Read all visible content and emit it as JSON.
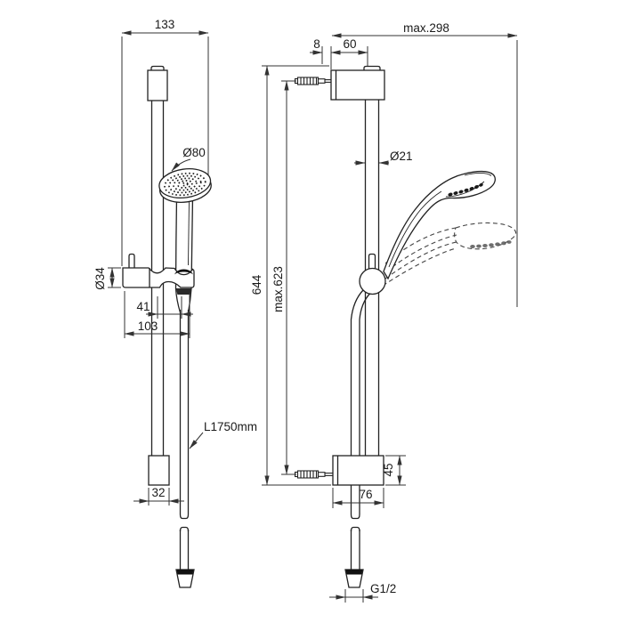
{
  "drawing": {
    "front_view": {
      "dims": {
        "overall_width": "133",
        "head_diameter": "Ø80",
        "holder_diameter": "Ø34",
        "handle_offset": "41",
        "holder_width": "103",
        "hose_length": "L1750mm",
        "end_cap_width": "32"
      }
    },
    "side_view": {
      "dims": {
        "wall_clearance": "8",
        "bracket_screw_offset": "60",
        "max_reach": "max.298",
        "rail_diameter": "Ø21",
        "rail_length": "644",
        "fixing_distance": "max.623",
        "bracket_height": "45",
        "bracket_depth": "76",
        "hose_thread": "G1/2"
      }
    },
    "colors": {
      "line": "#222222",
      "dim_line": "#333333",
      "text": "#1a1a1a",
      "background": "#ffffff"
    }
  }
}
